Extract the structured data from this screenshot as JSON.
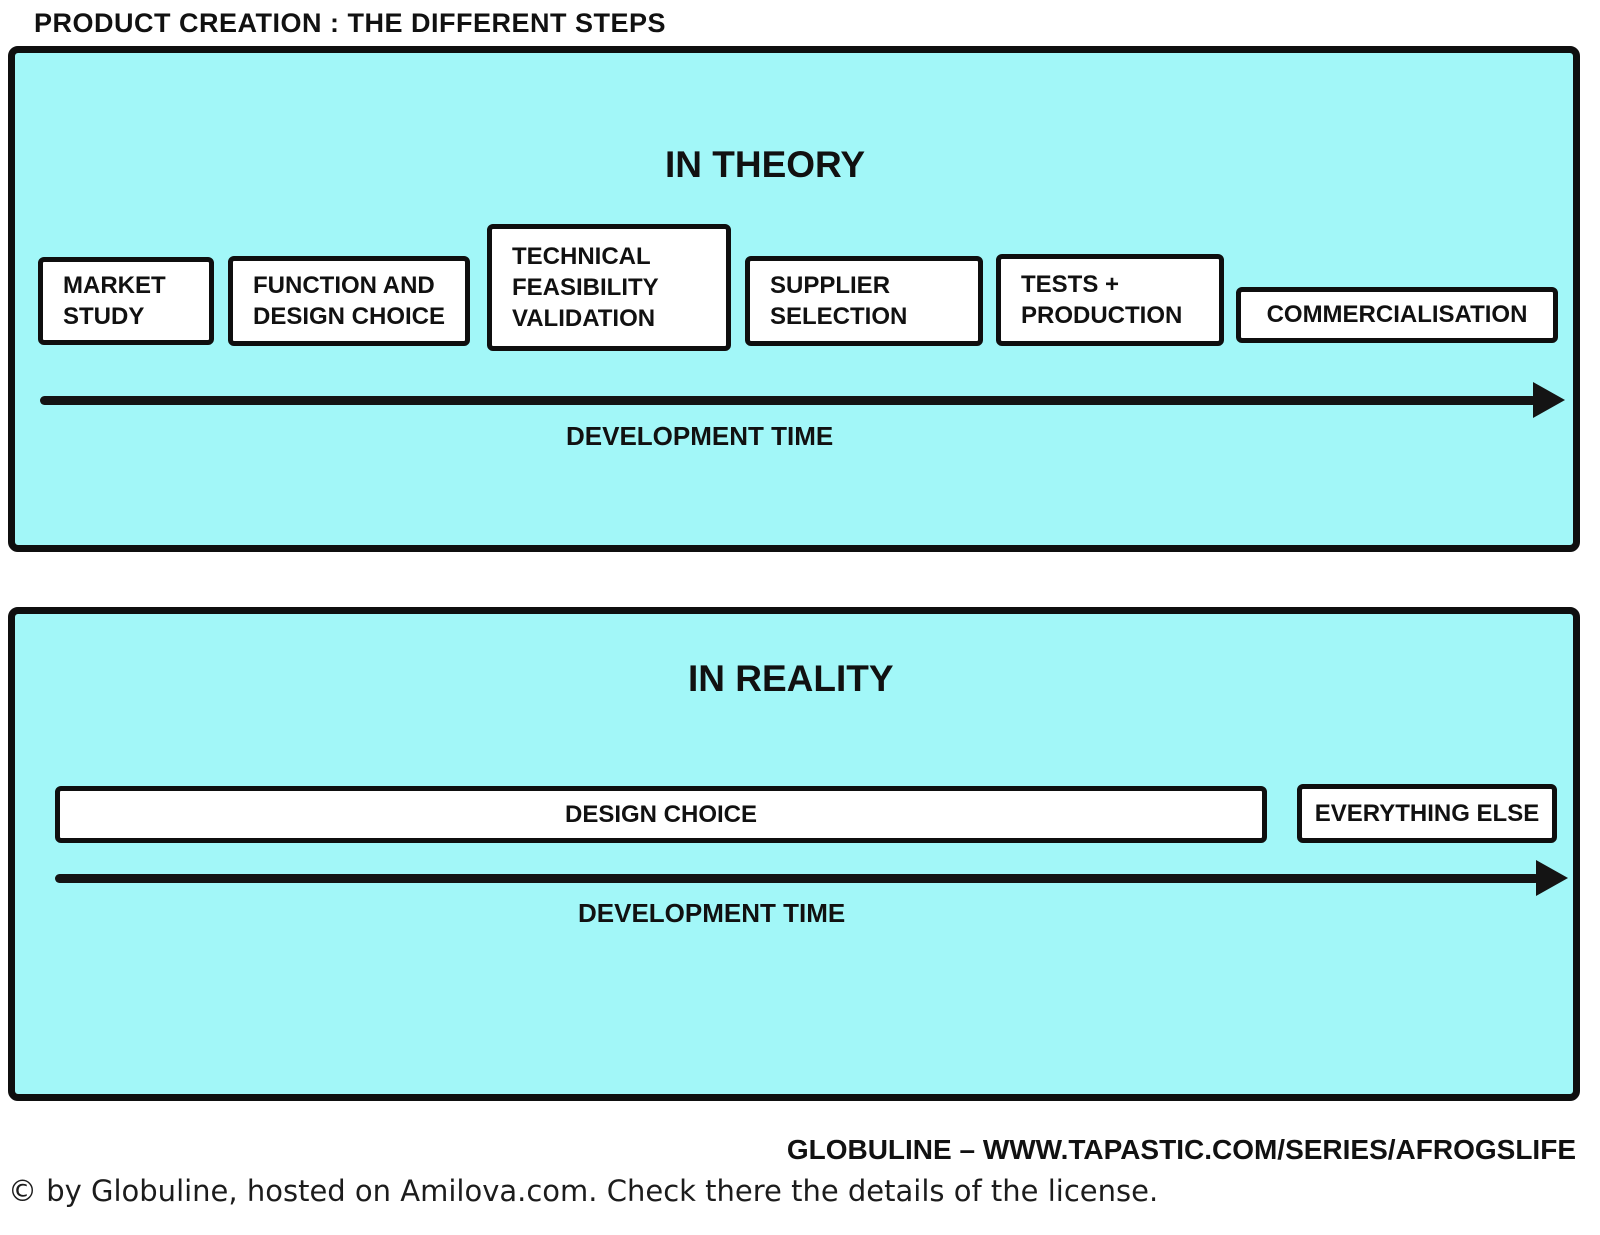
{
  "page": {
    "title": "PRODUCT CREATION : THE DIFFERENT STEPS",
    "credit": "GLOBULINE – WWW.TAPASTIC.COM/SERIES/AFROGSLIFE",
    "license": "© by Globuline, hosted on Amilova.com. Check there the details of the license."
  },
  "colors": {
    "panel_background": "#a2f7f8",
    "ink": "#111111",
    "box_background": "#ffffff",
    "page_background": "#ffffff"
  },
  "theory_panel": {
    "heading": "IN THEORY",
    "steps": [
      {
        "label": "MARKET STUDY"
      },
      {
        "label": "FUNCTION AND DESIGN CHOICE"
      },
      {
        "label": "TECHNICAL FEASIBILITY VALIDATION"
      },
      {
        "label": "SUPPLIER SELECTION"
      },
      {
        "label": "TESTS + PRODUCTION"
      },
      {
        "label": "COMMERCIALISATION"
      }
    ],
    "axis_label": "DEVELOPMENT TIME"
  },
  "reality_panel": {
    "heading": "IN REALITY",
    "steps": [
      {
        "label": "DESIGN CHOICE"
      },
      {
        "label": "EVERYTHING ELSE"
      }
    ],
    "axis_label": "DEVELOPMENT TIME"
  }
}
